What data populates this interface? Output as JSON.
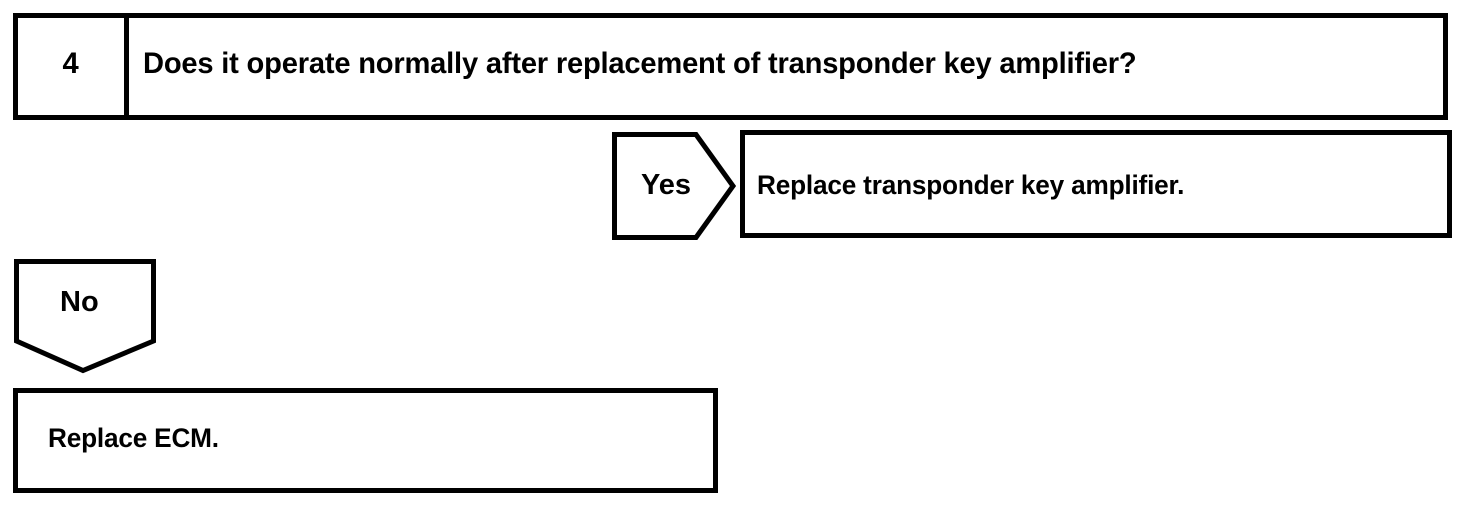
{
  "diagram": {
    "type": "troubleshooting-flowchart",
    "stroke_color": "#000000",
    "fill_color": "#ffffff",
    "question_step": {
      "number": "4",
      "text": "Does it operate normally after replacement of transponder key amplifier?"
    },
    "branches": [
      {
        "id": "yes",
        "label": "Yes",
        "connector": "right-arrow",
        "action": "Replace transponder key amplifier."
      },
      {
        "id": "no",
        "label": "No",
        "connector": "down-arrow",
        "action": "Replace ECM."
      }
    ]
  }
}
